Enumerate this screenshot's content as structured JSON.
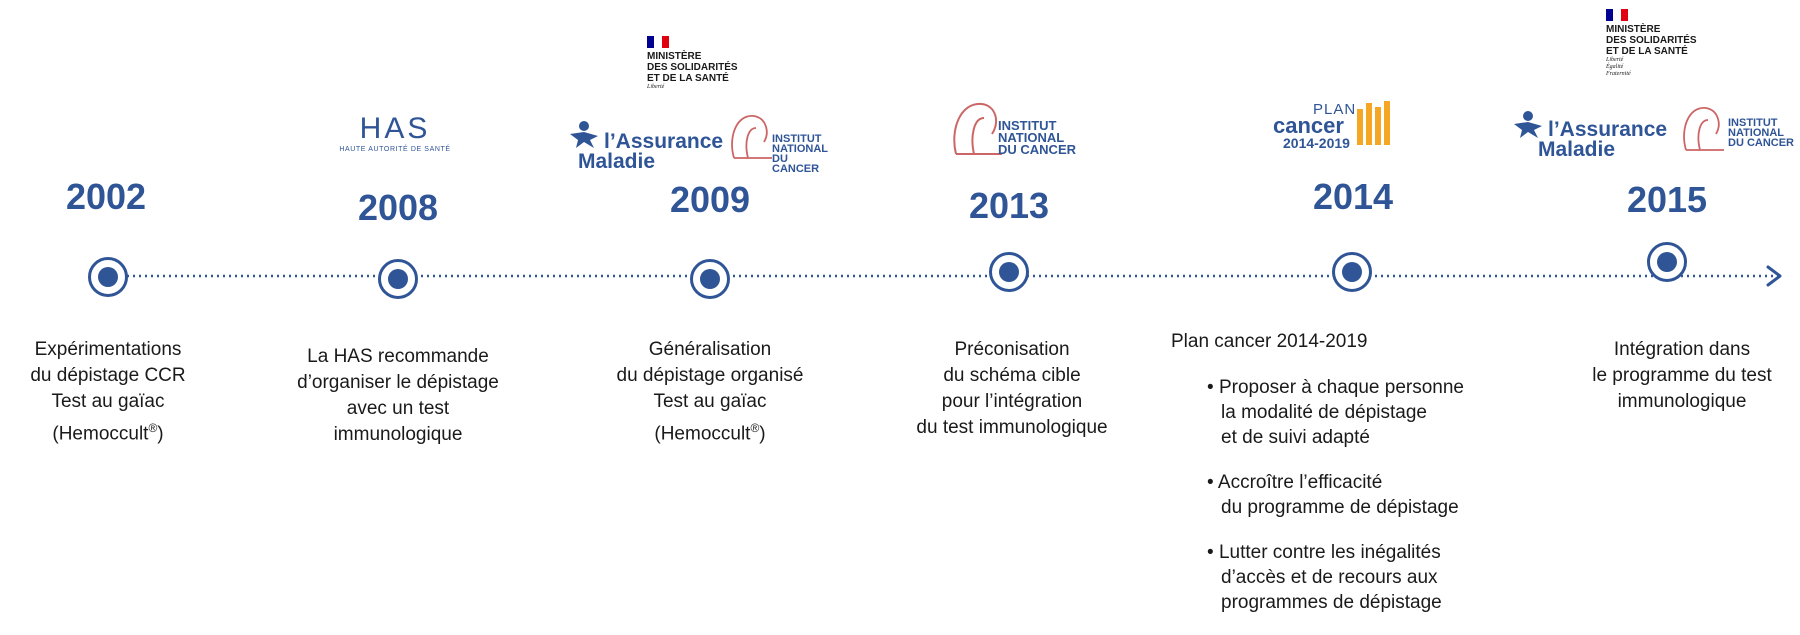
{
  "milestones": [
    {
      "year": "2002",
      "lines": [
        "Expérimentations",
        "du dépistage CCR",
        "Test au gaïac",
        "(Hemoccult"
      ],
      "sup": "®",
      "close": ")"
    },
    {
      "year": "2008",
      "lines": [
        "La HAS recommande",
        "d’organiser le dépistage",
        "avec un test",
        "immunologique"
      ]
    },
    {
      "year": "2009",
      "lines": [
        "Généralisation",
        "du dépistage organisé",
        "Test au gaïac",
        "(Hemoccult"
      ],
      "sup": "®",
      "close": ")"
    },
    {
      "year": "2013",
      "lines": [
        "Préconisation",
        "du schéma cible",
        "pour l’intégration",
        "du test immunologique"
      ]
    },
    {
      "year": "2014",
      "heading": "Plan cancer 2014-2019",
      "bullets": [
        [
          "Proposer à chaque personne",
          "la modalité de dépistage",
          "et de suivi adapté"
        ],
        [
          "Accroître l’efficacité",
          "du programme de dépistage"
        ],
        [
          "Lutter contre les inégalités",
          "d’accès et de recours aux",
          "programmes de dépistage"
        ]
      ]
    },
    {
      "year": "2015",
      "lines": [
        "Intégration dans",
        "le programme du test",
        "immunologique"
      ]
    }
  ],
  "logos": {
    "has": {
      "word": "HAS",
      "subtitle": "HAUTE AUTORITÉ DE SANTÉ"
    },
    "ministere": {
      "lines": [
        "MINISTÈRE",
        "DES SOLIDARITÉS",
        "ET DE LA SANTÉ"
      ],
      "motto": [
        "Liberté",
        "Égalité",
        "Fraternité"
      ]
    },
    "assurance": {
      "line1": "l’Assurance",
      "line2": "Maladie"
    },
    "inca": {
      "lines": [
        "INSTITUT",
        "NATIONAL",
        "DU CANCER"
      ]
    },
    "plan": {
      "line1": "PLAN",
      "line2": "cancer",
      "line3": "2014-2019"
    }
  },
  "colors": {
    "accent": "#2f5597",
    "flag_blue": "#000091",
    "flag_red": "#e1000f",
    "plan_orange": "#f5a623"
  }
}
